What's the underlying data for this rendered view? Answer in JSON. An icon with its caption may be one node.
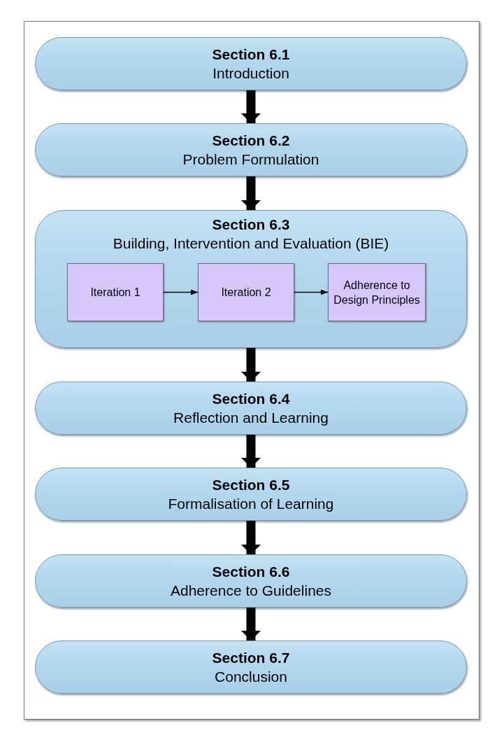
{
  "diagram": {
    "nodes": [
      {
        "text": [
          "Section 6.1",
          "Introduction"
        ]
      },
      {
        "text": [
          "Section 6.2",
          "Problem Formulation"
        ]
      },
      {
        "text": [
          "Section 6.3",
          "Building, Intervention and Evaluation (BIE)"
        ]
      },
      {
        "text": [
          "Iteration 1"
        ],
        "in": 2
      },
      {
        "text": [
          "Iteration 2"
        ],
        "in": 2
      },
      {
        "text": [
          "Adherence to Design Principles"
        ],
        "in": 2
      },
      {
        "text": [
          "Section 6.4",
          "Reflection and Learning"
        ]
      },
      {
        "text": [
          "Section 6.5",
          "Formalisation of Learning"
        ]
      },
      {
        "text": [
          "Section 6.6",
          "Adherence to Guidelines"
        ]
      },
      {
        "text": [
          "Section 6.7",
          "Conclusion"
        ]
      }
    ],
    "edges": [
      {
        "from": 0,
        "to": 1,
        "arrow": "to"
      },
      {
        "from": 1,
        "to": 2,
        "arrow": "to"
      },
      {
        "from": 3,
        "to": 4,
        "arrow": "to"
      },
      {
        "from": 4,
        "to": 5,
        "arrow": "to"
      },
      {
        "from": 2,
        "to": 6,
        "arrow": "to"
      },
      {
        "from": 6,
        "to": 7,
        "arrow": "to"
      },
      {
        "from": 7,
        "to": 8,
        "arrow": "to"
      },
      {
        "from": 8,
        "to": 9,
        "arrow": "to"
      }
    ]
  }
}
